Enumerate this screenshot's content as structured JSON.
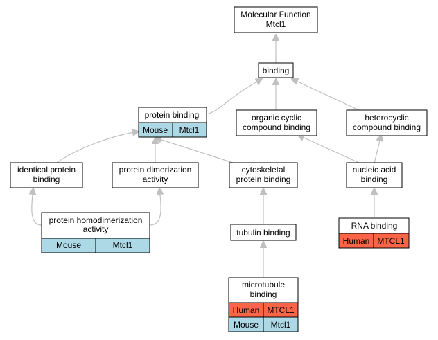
{
  "nodes": {
    "molecular_function": {
      "line1": "Molecular Function",
      "line2": "Mtcl1"
    },
    "binding": {
      "line1": "binding"
    },
    "protein_binding": {
      "line1": "protein binding",
      "cells": [
        "Mouse",
        "Mtcl1"
      ]
    },
    "organic_cyclic": {
      "line1": "organic cyclic",
      "line2": "compound binding"
    },
    "heterocyclic": {
      "line1": "heterocyclic",
      "line2": "compound binding"
    },
    "identical_protein": {
      "line1": "identical protein",
      "line2": "binding"
    },
    "protein_dimerization": {
      "line1": "protein dimerization",
      "line2": "activity"
    },
    "cytoskeletal": {
      "line1": "cytoskeletal",
      "line2": "protein binding"
    },
    "nucleic_acid": {
      "line1": "nucleic acid",
      "line2": "binding"
    },
    "protein_homodimerization": {
      "line1": "protein homodimerization",
      "line2": "activity",
      "cells": [
        "Mouse",
        "Mtcl1"
      ]
    },
    "tubulin": {
      "line1": "tubulin binding"
    },
    "rna_binding": {
      "line1": "RNA binding",
      "cells": [
        "Human",
        "MTCL1"
      ]
    },
    "microtubule": {
      "line1": "microtubule",
      "line2": "binding",
      "cells_human": [
        "Human",
        "MTCL1"
      ],
      "cells_mouse": [
        "Mouse",
        "Mtcl1"
      ]
    }
  },
  "colors": {
    "mouse": "#add8e6",
    "human": "#fa6447",
    "edge": "#c0c0c0"
  }
}
